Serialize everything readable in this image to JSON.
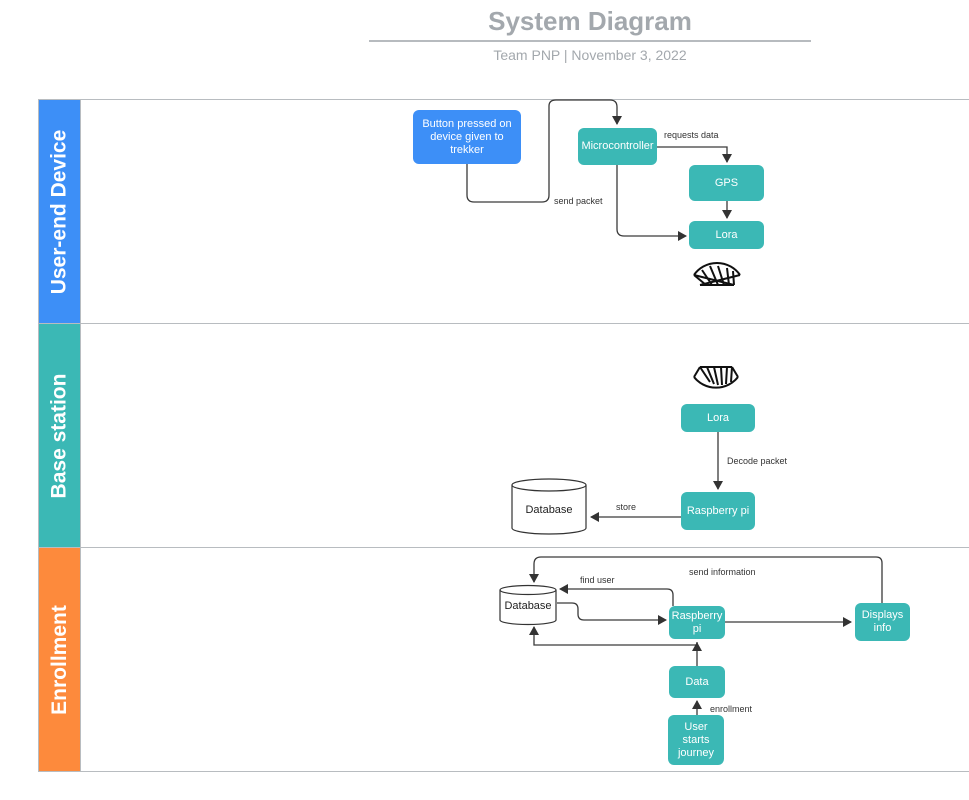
{
  "header": {
    "title": "System Diagram",
    "subtitle": "Team PNP  |  November 3, 2022"
  },
  "colors": {
    "blue_lane": "#3d8ff7",
    "teal_lane": "#3bb8b5",
    "orange_lane": "#fd8a3c",
    "node_teal": "#3bb8b5",
    "node_blue": "#3d8ff7"
  },
  "lanes": {
    "user_end": {
      "label": "User-end Device",
      "button_node": "Button pressed on device given to trekker",
      "microcontroller": "Microcontroller",
      "gps": "GPS",
      "lora": "Lora",
      "edge_send_packet": "send packet",
      "edge_requests_data": "requests data",
      "icon": "radio-wave-icon"
    },
    "base": {
      "label": "Base station",
      "lora": "Lora",
      "raspberry": "Raspberry pi",
      "database": "Database",
      "edge_decode": "Decode packet",
      "edge_store": "store",
      "icon": "radio-wave-icon"
    },
    "enrollment": {
      "label": "Enrollment",
      "database": "Database",
      "raspberry": "Raspberry pi",
      "displays": "Displays info",
      "data": "Data",
      "user_starts": "User starts journey",
      "edge_find_user": "find user",
      "edge_send_info": "send information",
      "edge_enrollment": "enrollment"
    }
  }
}
